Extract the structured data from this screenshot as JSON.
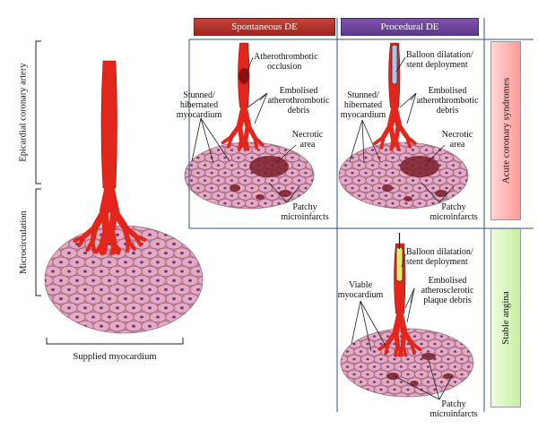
{
  "headers": {
    "spontaneous": "Spontaneous DE",
    "procedural": "Procedural DE"
  },
  "side_labels": {
    "acute": "Acute coronary syndromes",
    "stable": "Stable angina"
  },
  "left": {
    "epicardial": "Epicardial coronary artery",
    "microcirculation": "Microcirculation",
    "supplied": "Supplied myocardium"
  },
  "spontaneous_panel": {
    "occlusion": [
      "Atherothrombotic",
      "occlusion"
    ],
    "stunned": [
      "Stunned/",
      "hibernated",
      "myocardium"
    ],
    "debris": [
      "Embolised",
      "atherothrombotic",
      "debris"
    ],
    "necrotic": [
      "Necrotic",
      "area"
    ],
    "patchy": [
      "Patchy",
      "microinfarcts"
    ]
  },
  "procedural_acs_panel": {
    "balloon": [
      "Balloon dilatation/",
      "stent deployment"
    ],
    "stunned": [
      "Stunned/",
      "hibernated",
      "myocardium"
    ],
    "debris": [
      "Embolised",
      "atherothrombotic",
      "debris"
    ],
    "necrotic": [
      "Necrotic",
      "area"
    ],
    "patchy": [
      "Patchy",
      "microinfarcts"
    ]
  },
  "procedural_stable_panel": {
    "balloon": [
      "Balloon dilatation/",
      "stent deployment"
    ],
    "viable": [
      "Viable",
      "myocardium"
    ],
    "debris": [
      "Embolised",
      "atherosclerotic",
      "plaque debris"
    ],
    "patchy": [
      "Patchy",
      "microinfarcts"
    ]
  },
  "colors": {
    "artery": "#e3261c",
    "artery_dark": "#8c1010",
    "cell": "#e7a9c0",
    "cell_edge": "#8d5e7a",
    "nucleus": "#5a3f8c",
    "infarct": "#7a1f2a",
    "grid_line": "#2f4f8f"
  }
}
